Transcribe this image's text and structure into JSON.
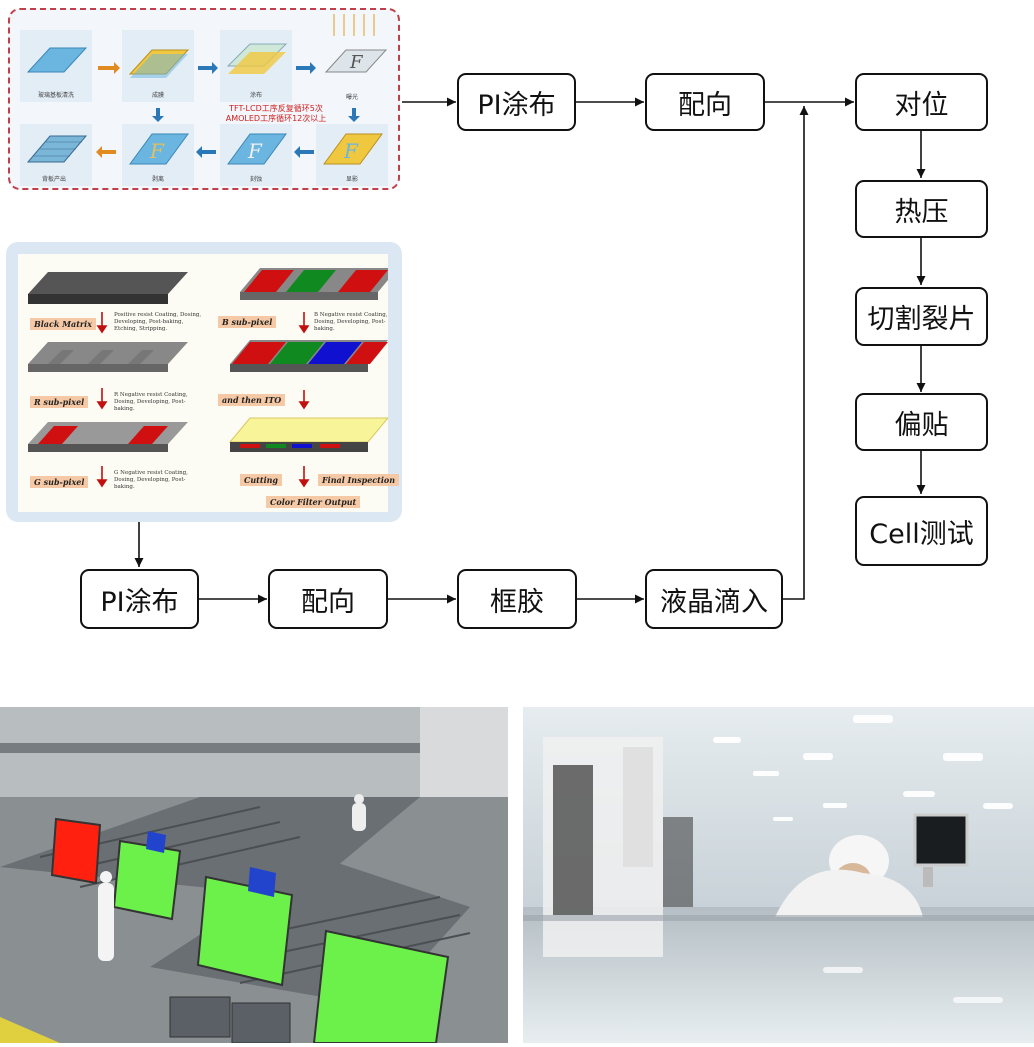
{
  "tft_panel": {
    "steps": [
      "玻璃基板清洗",
      "成膜",
      "涂布",
      "曝光",
      "背板产出",
      "剥离",
      "刻蚀",
      "显影"
    ],
    "note_line1": "TFT-LCD工序反复循环5次",
    "note_line2": "AMOLED工序循环12次以上"
  },
  "cf_panel": {
    "labels": [
      "Black Matrix",
      "R sub-pixel",
      "G sub-pixel",
      "B sub-pixel",
      "and then ITO",
      "Cutting",
      "Final Inspection",
      "Color Filter Output"
    ],
    "notes": [
      "Positive resist Coating, Dosing, Developing, Post-baking, Etching, Stripping.",
      "R Negative resist Coating, Dosing, Developing, Post-baking.",
      "G Negative resist Coating, Dosing, Developing, Post-baking.",
      "B Negative resist Coating, Dosing, Developing, Post-baking."
    ]
  },
  "flow": {
    "top_row": [
      "PI涂布",
      "配向"
    ],
    "bottom_row": [
      "PI涂布",
      "配向",
      "框胶",
      "液晶滴入"
    ],
    "right_column": [
      "对位",
      "热压",
      "切割裂片",
      "偏贴",
      "Cell测试"
    ]
  },
  "colors": {
    "arrow": "#111111",
    "dashed_border": "#c0404a",
    "panel_green": "#6cf04a",
    "panel_red": "#ff2010"
  }
}
